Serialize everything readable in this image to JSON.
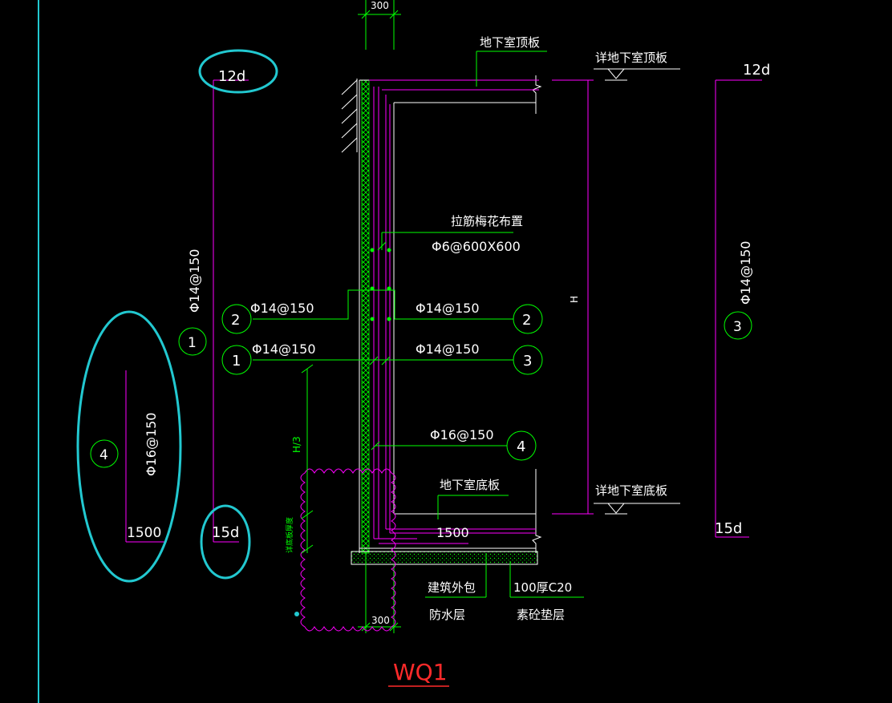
{
  "title": "WQ1",
  "dims": {
    "top_width": "300",
    "bottom_width": "300",
    "height_symbol": "H",
    "height_third": "H/3",
    "callout_top_left": "12d",
    "callout_bottom_left": "15d",
    "callout_top_right": "12d",
    "callout_bottom_right": "15d",
    "bar4_length": "1500",
    "bottom_bend_length": "1500"
  },
  "labels": {
    "roof_slab": "地下室顶板",
    "roof_slab_detail": "详地下室顶板",
    "floor_slab": "地下室底板",
    "floor_slab_detail": "详地下室底板",
    "tie_bar_note": "拉筋梅花布置",
    "tie_bar_spec": "Φ6@600X600",
    "waterproof_line1": "建筑外包",
    "waterproof_line2": "防水层",
    "cushion_line1": "100厚C20",
    "cushion_line2": "素砼垫层",
    "side_note": "详底板厚度"
  },
  "bars": {
    "left_row1": {
      "num": "2",
      "spec": "Φ14@150"
    },
    "left_row2": {
      "num": "1",
      "spec": "Φ14@150"
    },
    "right_row1": {
      "num": "2",
      "spec": "Φ14@150"
    },
    "right_row2": {
      "num": "3",
      "spec": "Φ14@150"
    },
    "right_row3": {
      "num": "4",
      "spec": "Φ16@150"
    },
    "detail1": {
      "num": "1",
      "spec": "Φ14@150"
    },
    "detail3": {
      "num": "3",
      "spec": "Φ14@150"
    },
    "detail4": {
      "num": "4",
      "spec": "Φ16@150"
    }
  },
  "colors": {
    "background": "#000000",
    "line_white": "#ffffff",
    "rebar_magenta": "#ff00ff",
    "leader_green": "#00ff00",
    "highlight_cyan": "#22c8d0",
    "title_red": "#ff2a2a"
  }
}
